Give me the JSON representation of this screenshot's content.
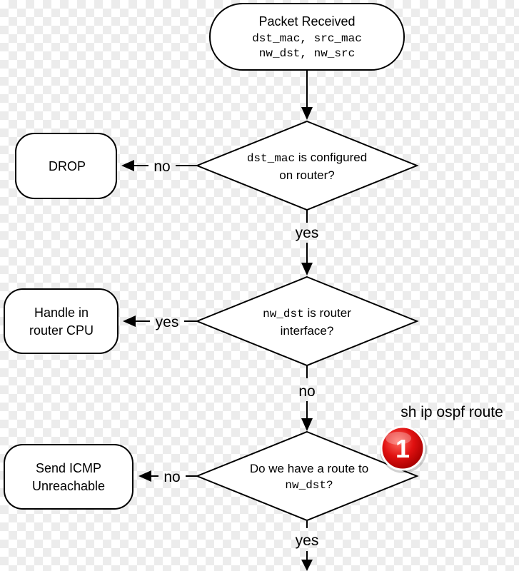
{
  "nodes": {
    "start": {
      "line1": "Packet Received",
      "line2": "dst_mac, src_mac",
      "line3": "nw_dst, nw_src"
    },
    "decision1": {
      "code": "dst_mac",
      "text1": " is configured",
      "text2": "on router?"
    },
    "decision2": {
      "code": "nw_dst",
      "text1": " is router",
      "text2": "interface?"
    },
    "decision3": {
      "text1": "Do we have a route to",
      "code": "nw_dst?"
    },
    "drop": {
      "label": "DROP"
    },
    "cpu": {
      "line1": "Handle in",
      "line2": "router CPU"
    },
    "icmp": {
      "line1": "Send ICMP",
      "line2": "Unreachable"
    }
  },
  "edge_labels": {
    "d1_no": "no",
    "d1_yes": "yes",
    "d2_yes": "yes",
    "d2_no": "no",
    "d3_no": "no",
    "d3_yes": "yes"
  },
  "annotation": {
    "text": "sh ip ospf route",
    "badge": "1",
    "badge_color": "#e01010"
  }
}
